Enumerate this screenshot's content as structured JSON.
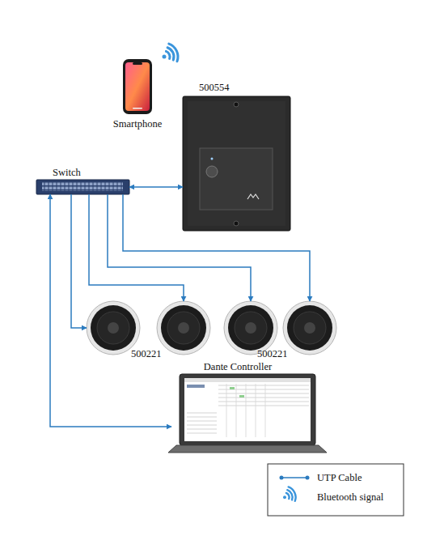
{
  "diagram": {
    "nodes": [
      {
        "text": [
          "Smartphone"
        ]
      },
      {
        "text": [
          "500554"
        ]
      },
      {
        "text": [
          "Switch"
        ]
      },
      {
        "text": [
          "500221"
        ]
      },
      {
        "text": []
      },
      {
        "text": [
          "500221"
        ]
      },
      {
        "text": []
      },
      {
        "text": [
          "Dante Controller"
        ]
      }
    ],
    "edges": [
      {
        "from": 2,
        "to": 1,
        "arrow": "both"
      },
      {
        "from": 2,
        "to": 3,
        "arrow": "to"
      },
      {
        "from": 2,
        "to": 4,
        "arrow": "to"
      },
      {
        "from": 2,
        "to": 5,
        "arrow": "to"
      },
      {
        "from": 2,
        "to": 6,
        "arrow": "to"
      },
      {
        "from": 2,
        "to": 7,
        "arrow": "both"
      }
    ],
    "legend": [
      {
        "text": "UTP Cable"
      },
      {
        "text": "Bluetooth signal"
      }
    ]
  }
}
